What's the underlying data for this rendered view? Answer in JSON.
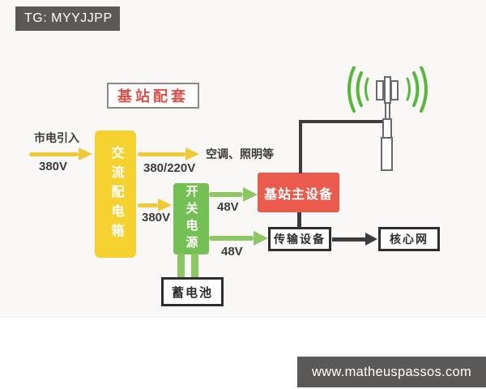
{
  "header": {
    "tg_badge": "TG: MYYJJPP"
  },
  "footer": {
    "website": "www.matheuspassos.com"
  },
  "diagram": {
    "title": "基站配套",
    "nodes": {
      "ac_distribution": "交流配电箱",
      "switching_power": "开关电源",
      "bts_main": "基站主设备",
      "transmission": "传输设备",
      "core_network": "核心网",
      "battery": "蓄电池"
    },
    "labels": {
      "mains_input": "市电引入",
      "mains_voltage": "380V",
      "aircon_lighting": "空调、照明等",
      "out_voltage_380_220": "380/220V",
      "sw_in_voltage": "380V",
      "v48_main": "48V",
      "v48_trans": "48V"
    },
    "colors": {
      "yellow": "#f5d230",
      "green_box": "#74c054",
      "green_arrow": "#8cc763",
      "green_wave": "#55b83b",
      "red_box": "#ea5b4e",
      "title_red": "#d9534b",
      "banner_gray": "#5b5858",
      "wire_dark": "#3d3b3b"
    }
  }
}
